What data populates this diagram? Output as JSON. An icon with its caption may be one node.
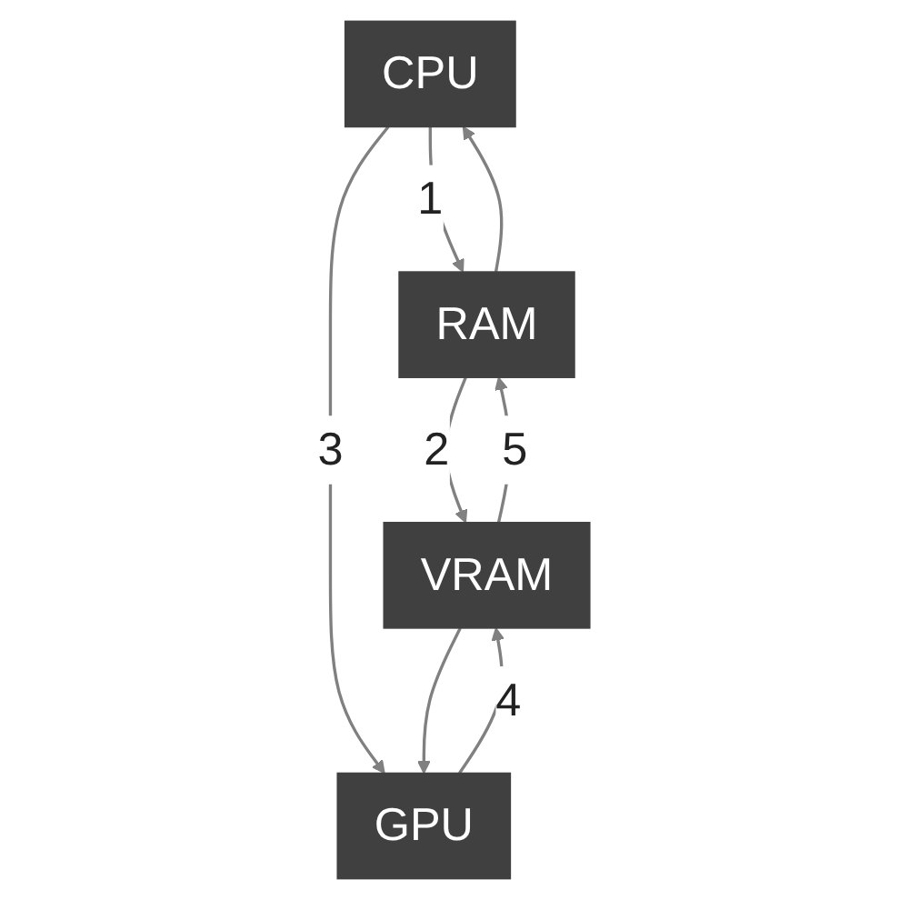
{
  "diagram": {
    "nodes": [
      {
        "text": [
          "CPU"
        ]
      },
      {
        "text": [
          "RAM"
        ]
      },
      {
        "text": [
          "GPU"
        ]
      },
      {
        "text": [
          "VRAM"
        ]
      }
    ],
    "edges": [
      {
        "from": 1,
        "to": 0,
        "arrow": "to"
      },
      {
        "from": 0,
        "to": 1,
        "arrow": "to",
        "label": "1"
      },
      {
        "from": 1,
        "to": 3,
        "arrow": "to",
        "label": "2"
      },
      {
        "from": 0,
        "to": 2,
        "arrow": "to",
        "label": "3"
      },
      {
        "from": 3,
        "to": 2,
        "arrow": "to"
      },
      {
        "from": 2,
        "to": 3,
        "arrow": "to",
        "label": "4"
      },
      {
        "from": 3,
        "to": 1,
        "arrow": "to",
        "label": "5"
      }
    ]
  }
}
